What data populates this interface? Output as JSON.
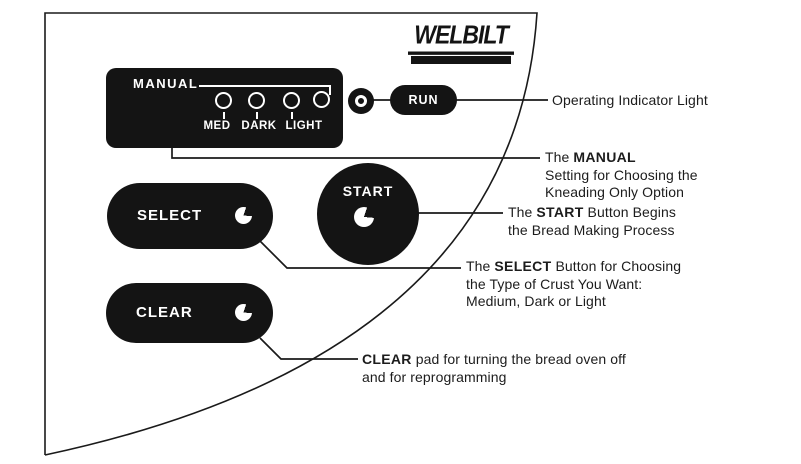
{
  "logo": {
    "brand": "WELBILT"
  },
  "panel": {
    "label": "MANUAL",
    "crust_labels": [
      "MED",
      "DARK",
      "LIGHT"
    ],
    "run_label": "RUN"
  },
  "buttons": {
    "select": "SELECT",
    "start": "START",
    "clear": "CLEAR"
  },
  "annotations": {
    "operating": {
      "text": "Operating Indicator Light"
    },
    "manual": {
      "pre": "The ",
      "bold": "MANUAL",
      "line2": "Setting for Choosing the",
      "line3": "Kneading Only Option"
    },
    "start": {
      "pre": "The ",
      "bold": "START",
      "post": " Button Begins",
      "line2": "the Bread Making Process"
    },
    "select": {
      "pre": "The ",
      "bold": "SELECT",
      "post": " Button for Choosing",
      "line2": "the Type of Crust You Want:",
      "line3": "Medium, Dark or Light"
    },
    "clear": {
      "bold": "CLEAR",
      "post": " pad for turning the bread oven off",
      "line2": "and for reprogramming"
    }
  },
  "colors": {
    "ink": "#141414",
    "bg": "#ffffff"
  }
}
